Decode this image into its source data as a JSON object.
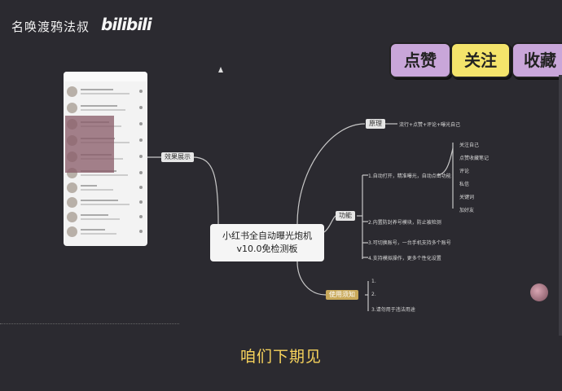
{
  "watermark": {
    "author": "名唤渡鸦法叔",
    "logo": "bilibili"
  },
  "stickers": {
    "like": "点赞",
    "follow": "关注",
    "collect": "收藏"
  },
  "mindmap": {
    "central_line1": "小红书全自动曝光炮机",
    "central_line2": "v10.0免检测板",
    "left_node": "效果展示",
    "principle_node": "原理",
    "principle_leaf": "流行+点赞+评论+曝光自己",
    "features_node": "功能",
    "feature_1": "1.自动打开，精准曝光，自动点击功能",
    "feature_1_subs": [
      "关注自己",
      "点赞收藏笔记",
      "评论",
      "私信",
      "关键词",
      "加好友"
    ],
    "feature_2": "2.内置防封养号模块，防止被检测",
    "feature_3": "3.可切换账号，一台手机支持多个账号",
    "feature_4": "4.支持模拟操作，更多个性化设置",
    "usage_node": "使用须知",
    "usage_1": "1.",
    "usage_2": "2.",
    "usage_3": "3.请勿用于违法用途"
  },
  "subtitle": "咱们下期见"
}
